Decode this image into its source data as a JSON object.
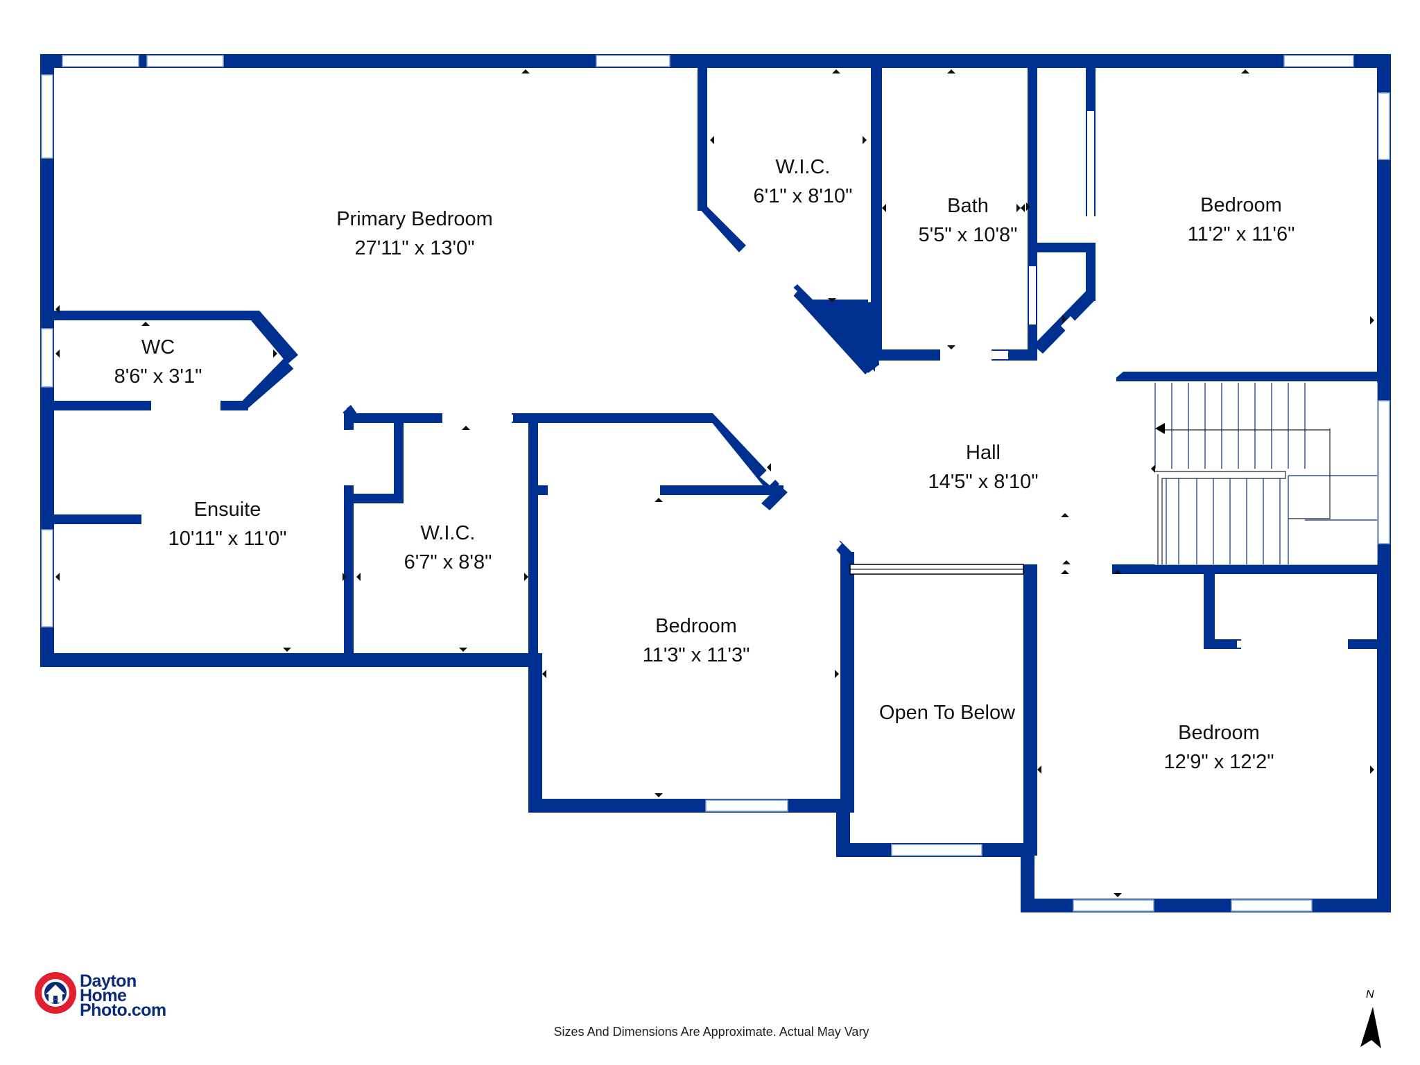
{
  "rooms": {
    "primary_bedroom": {
      "name": "Primary Bedroom",
      "size": "27'11\" x 13'0\""
    },
    "wic_top": {
      "name": "W.I.C.",
      "size": "6'1\" x 8'10\""
    },
    "bath": {
      "name": "Bath",
      "size": "5'5\" x 10'8\""
    },
    "bedroom_ne": {
      "name": "Bedroom",
      "size": "11'2\" x 11'6\""
    },
    "wc": {
      "name": "WC",
      "size": "8'6\" x 3'1\""
    },
    "ensuite": {
      "name": "Ensuite",
      "size": "10'11\" x 11'0\""
    },
    "wic_mid": {
      "name": "W.I.C.",
      "size": "6'7\" x 8'8\""
    },
    "hall": {
      "name": "Hall",
      "size": "14'5\" x 8'10\""
    },
    "bedroom_center": {
      "name": "Bedroom",
      "size": "11'3\" x 11'3\""
    },
    "open_to_below": {
      "name": "Open To Below"
    },
    "bedroom_se": {
      "name": "Bedroom",
      "size": "12'9\" x 12'2\""
    }
  },
  "footer": {
    "disclaimer": "Sizes And Dimensions Are Approximate. Actual May Vary",
    "logo_line1": "Dayton",
    "logo_line2": "Home",
    "logo_line3": "Photo.com",
    "north": "N"
  },
  "colors": {
    "wall": "#00308f",
    "window": "#ffffff",
    "logo_red": "#e0202e",
    "logo_blue": "#0b2a7a"
  },
  "icons": {
    "logo": "house-in-camera-lens-icon",
    "compass": "north-arrow-icon"
  }
}
